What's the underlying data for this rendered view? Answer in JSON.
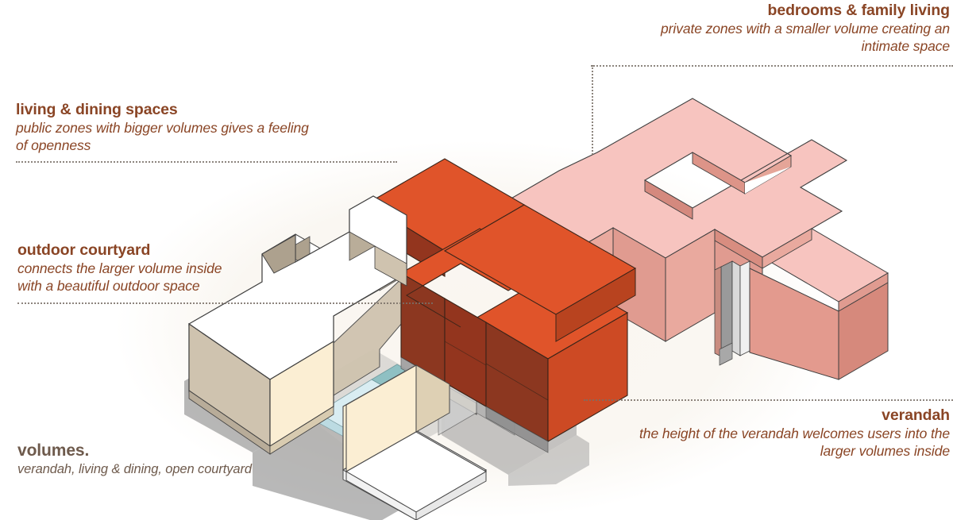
{
  "figure": {
    "kind": "architectural-axonometric-volume-diagram",
    "background_color": "#ffffff",
    "ground_ellipse_color": "#faf7f2",
    "text_color_primary": "#8a4525",
    "text_color_caption": "#6e5a4c",
    "leader_line_color": "#7a7068"
  },
  "annotations": {
    "bedrooms": {
      "title": "bedrooms & family living",
      "body_line1": "private zones with a smaller volume creating an",
      "body_line2": "intimate space",
      "align": "right"
    },
    "living_dining": {
      "title": "living & dining spaces",
      "body_line1": "public zones with bigger volumes gives a feeling",
      "body_line2": "of openness",
      "align": "left"
    },
    "courtyard": {
      "title": "outdoor courtyard",
      "body_line1": "connects the larger volume inside",
      "body_line2": "with a beautiful outdoor space",
      "align": "left"
    },
    "verandah": {
      "title": "verandah",
      "body_line1": "the height of the verandah welcomes users into the",
      "body_line2": "larger volumes inside",
      "align": "right"
    },
    "volumes_caption": {
      "title": "volumes.",
      "body_line1": "verandah, living & dining, open courtyard",
      "align": "left"
    }
  },
  "volumes": [
    {
      "name": "bedrooms-family-living-volume",
      "label": "bedrooms & family living",
      "top_color": "#f7c4bf",
      "side_color": "#e09b90",
      "dark_side_color": "#d4897e",
      "description": "smaller pink volume, upper right, with notch openings"
    },
    {
      "name": "living-dining-volume",
      "label": "living & dining spaces",
      "top_color": "#e0542a",
      "side_color": "#9e3a20",
      "dark_side_color": "#8c3720",
      "description": "tall orange L-shaped volume at centre"
    },
    {
      "name": "outdoor-courtyard-volume",
      "label": "outdoor courtyard",
      "top_color": "#ffffff",
      "side_color": "#cec2ae",
      "dark_side_color": "#b5aa97",
      "description": "white volume left of centre framing the open courtyard"
    },
    {
      "name": "verandah-volume",
      "label": "verandah",
      "top_color": "#fcefd4",
      "side_color": "#f3e2c2",
      "dark_side_color": "#ddd0b4",
      "description": "cream low verandah volume front-left with pool"
    },
    {
      "name": "pool-element",
      "label": "pool",
      "top_color": "#cfe8ec",
      "side_color": "#8fbfc2",
      "description": "small pale blue water element in courtyard"
    }
  ],
  "leaders": [
    {
      "name": "leader-bedrooms-horizontal",
      "orientation": "horizontal"
    },
    {
      "name": "leader-bedrooms-vertical",
      "orientation": "vertical"
    },
    {
      "name": "leader-living-dining",
      "orientation": "horizontal"
    },
    {
      "name": "leader-courtyard",
      "orientation": "horizontal"
    },
    {
      "name": "leader-verandah",
      "orientation": "horizontal"
    }
  ]
}
